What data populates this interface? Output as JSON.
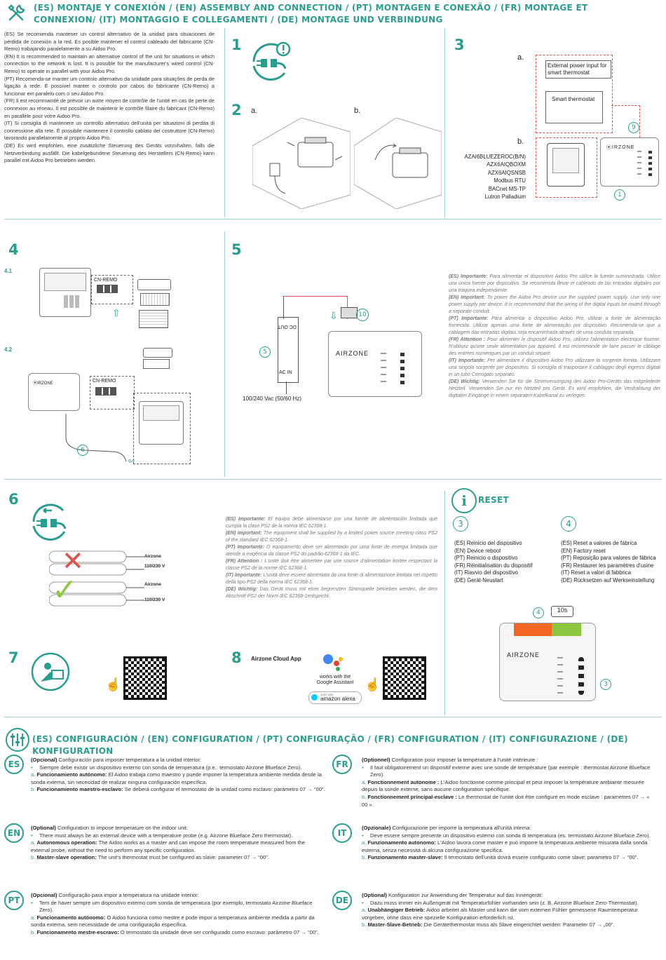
{
  "header": {
    "title": "(ES) MONTAJE Y CONEXIÓN / (EN) ASSEMBLY AND CONNECTION / (PT) MONTAGEN E CONEXÃO / (FR) MONTAGE ET CONNEXION/ (IT) MONTAGGIO E COLLEGAMENTI / (DE) MONTAGE UND VERBINDUNG"
  },
  "intro": {
    "es": "(ES) Se recomienda mantener un control alternativo de la unidad para situaciones de pérdida de conexión a la red. Es posible mantener el control cableado del fabricante (CN-Remo) trabajando paralelamente a su Aidoo Pro.",
    "en": "(EN) It is recommended to maintain an alternative control of the unit for situations in which connection to the network is lost. It is possible for the manufacturer's wired control (CN-Remo) to operate in parallel with your Aidoo Pro.",
    "pt": "(PT) Recomenda-se manter um controlo alternativo da unidade para situações de perda de ligação à rede. É possível manter o controlo por cabos do fabricante (CN-Remo) a funcionar em paralelo com o seu Aidoo Pro.",
    "fr": "(FR) Il est recommandé de prévoir un autre moyen de contrôle de l'unité en cas de perte de connexion au réseau. Il est possible de maintenir le contrôle filaire du fabricant (CN-Remo) en parallèle pour votre Aidoo Pro.",
    "it": "(IT) Si consiglia di mantenere un controllo alternativo dell'unità per situazioni di perdita di connessione alla rete. È possibile mantenere il controllo cablato del costruttore (CN-Remo) lavorando parallelamente al proprio Aidoo Pro.",
    "de": "(DE) Es wird empfohlen, eine zusätzliche Steuerung des Geräts vorzuhalten, falls die Netzverbindung ausfällt. Die kabelgebundene Steuerung des Herstellers (CN-Remo) kann parallel mit Aidoo Pro betrieben werden."
  },
  "steps": {
    "s1": "1",
    "s2": "2",
    "s3": "3",
    "s4": "4",
    "s5": "5",
    "s6": "6",
    "s7": "7",
    "s8": "8",
    "s2a": "a.",
    "s2b": "b.",
    "s3a": "a.",
    "s3b": "b.",
    "s41": "4.1",
    "s42": "4.2"
  },
  "step3": {
    "ext_power": "External power input for smart thermostat",
    "smart": "Smart thermostat",
    "models": [
      "AZAI6BLUEZEROC(B/N)",
      "AZX6AIQBOXM",
      "AZX6AIQSNSB",
      "Modbus RTU",
      "BACnet MS-TP",
      "Lutron Palladium"
    ],
    "badge9": "9",
    "badge1": "1"
  },
  "step4": {
    "cnremo": "CN-REMO",
    "cnremo2": "CN-REMO",
    "badge6": "6"
  },
  "step5": {
    "dcout": "DC OUT",
    "acin": "AC IN",
    "voltage": "100/240 Vac (50/60 Hz)",
    "badge5": "5",
    "badge10": "10",
    "brand": "AIRZONE",
    "notes": {
      "es_label": "(ES) Importante:",
      "es": "Para alimentar el dispositivo Aidoo Pro utilice la fuente suministrada. Utilice una única fuente por dispositivo. Se recomienda llevar el cableado de las entradas digitales por una tráquea independiente.",
      "en_label": "(EN) Important:",
      "en": "To power the Aidoo Pro device use the supplied power supply. Use only one power supply per device. It is recommended that the wiring of the digital inputs be routed through a separate conduit.",
      "pt_label": "(PT) Importante:",
      "pt": "Para alimentar o dispositivo Aidoo Pro, utilizar a fonte de alimentação fornecida. Utilizar apenas uma fonte de alimentação por dispositivo. Recomenda-se que a cablagem das entradas digitais seja encaminhada através de uma conduta separada.",
      "fr_label": "(FR) Attention :",
      "fr": "Pour alimenter le dispositif Aidoo Pro, utilisez l'alimentation électrique fournie. N'utilisez qu'une seule alimentation par appareil. Il est recommandé de faire passer le câblage des entrées numériques par un conduit séparé.",
      "it_label": "(IT) Importante:",
      "it": "Per alimentare il dispositivo Aidoo Pro utilizzare la sorgente fornita. Utilizzare una singola sorgente per dispositivo. Si consiglia di trasportare il cablaggio degli ingressi digitali in un tubo Corrugato separato.",
      "de_label": "(DE) Wichtig:",
      "de": "Verwenden Sie für die Stromversorgung des Aidoo Pro-Geräts das mitgelieferte Netzteil. Verwenden Sie nur ein Netzteil pro Gerät. Es wird empfohlen, die Verdrahtung der digitalen Eingänge in einem separaten Kabelkanal zu verlegen."
    }
  },
  "step6": {
    "airzone1": "Airzone",
    "v1": "110/230 V",
    "airzone2": "Airzone",
    "v2": "110/230 V",
    "notes": {
      "es_label": "(ES) Importante:",
      "es": "El equipo debe alimentarse por una fuente de alimentación limitada que cumpla la clase PS2 de la norma IEC 62368-1.",
      "en_label": "(EN) Important:",
      "en": "The equipment shall be supplied by a limited power source meeting class PS2 of the standard IEC 62368-1.",
      "pt_label": "(PT) Importante:",
      "pt": "O equipamento deve ser alimentado por uma fonte de energia limitada que atende a exigência da classe PS2 do padrão 62368-1 da IEC.",
      "fr_label": "(FR) Attention :",
      "fr": "L'unité doit être alimentée par une source d'alimentation limitée respectant la classe PS2 de la norme IEC 62368-1.",
      "it_label": "(IT) Importante:",
      "it": "L'unità deve essere alimentata da una fonte di alimentazione limitata nel rispetto della tipo PS2 della norma IEC 62368-1.",
      "de_label": "(DE) Wichtig:",
      "de": "Das Gerät muss mit einer begrenzten Stromquelle betrieben werden, die dem Abschnitt PS2 der Norm IEC 62368-1entspricht."
    }
  },
  "reset": {
    "title": "RESET",
    "badge3": "3",
    "badge4": "4",
    "col3": [
      "(ES) Reinicio del dispositivo",
      "(EN) Device reboot",
      "(PT) Reinicio o dispositivo",
      "(FR) Réinitialisation du dispositif",
      "(IT) Riavvio del dispositivo",
      "(DE) Gerät-Neustart"
    ],
    "col4": [
      "(ES) Reset a valores de fábrica",
      "(EN) Factory reset",
      "(PT) Reposição para valores de fábrica",
      "(FR) Restaurer les paramètres d'usine",
      "(IT) Reset a valori di fabbrica",
      "(DE) Rücksetzen auf Werkseinstellung"
    ],
    "time": "10s",
    "b4": "4",
    "b3": "3",
    "brand": "AIRZONE"
  },
  "step8": {
    "app": "Airzone Cloud App",
    "google1": "works with the",
    "google2": "Google Assistant",
    "alexa1": "JUST ASK",
    "alexa2": "amazon alexa"
  },
  "config": {
    "title": "(ES) CONFIGURACIÓN / (EN) CONFIGURATION / (PT) CONFIGURAÇÃO / (FR) CONFIGURATION / (IT) CONFIGURAZIONE / (DE) KONFIGURATION",
    "es": {
      "code": "ES",
      "head_b": "(Opcional)",
      "head": " Configuración para imponer temperatura a la unidad interior:",
      "bullet": "Siempre debe existir un dispositivo externo con sonda de temperatura (p.e.: termostato Airzone Blueface Zero).",
      "a_label": "Funcionamiento autónomo:",
      "a": " El Aidoo trabaja como maestro y puede imponer la temperatura ambiente medida desde la sonda externa, sin necesidad de realizar ninguna configuración específica.",
      "b_label": "Funcionamiento maestro-esclavo:",
      "b": " Se deberá configurar el termostato de la unidad como esclavo: parámetro 07 → “00”."
    },
    "fr": {
      "code": "FR",
      "head_b": "(Optionnel)",
      "head": " Configuration pour imposer la température à l'unité intérieure :",
      "bullet": "Il faut obligatoirement un dispositif externe avec une sonde de température (par exemple : thermostat Airzone Blueface Zero).",
      "a_label": "Fonctionnement autonome :",
      "a": " L'Aidoo fonctionne comme principal et peut imposer la température ambiante mesurée depuis la sonde externe, sans aucune configuration spécifique.",
      "b_label": "Fonctionnement principal-esclave :",
      "b": " Le thermostat de l'unité doit être configuré en mode esclave : paramètres 07 → « 00 »."
    },
    "en": {
      "code": "EN",
      "head_b": "(Optional)",
      "head": " Configuration to impose temperature on the indoor unit:",
      "bullet": "There must always be an external device with a temperature probe (e.g. Airzone Blueface Zero thermostat).",
      "a_label": "Autonomous operation:",
      "a": " The Aidoo works as a master and can impose the room temperature measured from the external probe, without the need to perform any specific configuration.",
      "b_label": "Master-slave operation:",
      "b": " The unit's thermostat must be configured as slave: parameter 07 → “00”."
    },
    "it": {
      "code": "IT",
      "head_b": "(Opzionale)",
      "head": " Configurazione per imporre la temperatura all'unità interna:",
      "bullet": "Deve essere sempre presente un dispositivo esterno con sonda di temperatura (es. termostato Airzone Blueface Zero).",
      "a_label": "Funzionamento autonomo:",
      "a": " L'Aidoo lavora come master e può imporre la temperatura ambiente misurata dalla sonda esterna, senza necessità di alcuna configurazione specifica.",
      "b_label": "Funzionamento master-slave:",
      "b": " Il termostato dell'unità dovrà essere configurato come slave: parametro 07 → “00”."
    },
    "pt": {
      "code": "PT",
      "head_b": "(Opcional)",
      "head": " Configuração para impor a temperatura na unidade interior:",
      "bullet": "Tem de haver sempre um dispositivo externo com sonda de temperatura (por exemplo, termostato Airzone Blueface Zero).",
      "a_label": "Funcionamento autónomo:",
      "a": " O Aidoo funciona como mestre e pode impor a temperatura ambiente medida a partir da sonda externa, sem necessidade de uma configuração específica.",
      "b_label": "Funcionamento mestre-escravo:",
      "b": " O termostato da unidade deve ser configurado como escravo: parâmetro 07 → “00”."
    },
    "de": {
      "code": "DE",
      "head_b": "(Optional)",
      "head": " Konfiguration zur Anwendung der Temperatur auf das Innengerät:",
      "bullet": "Dazu muss immer ein Außengerät mit Temperaturfühler vorhanden sein (z. B. Airzone Blueface Zero-Thermostat).",
      "a_label": "Unabhängiger Betrieb:",
      "a": " Aidoo arbeitet als Master und kann die vom externen Fühler gemessene Raumtemperatur vorgeben, ohne dass eine spezielle Konfiguration erforderlich ist.",
      "b_label": "Master-Slave-Betrieb:",
      "b": " Die Gerätethermostat muss als Slave eingerichtet werden: Parameter 07 → „00“."
    }
  },
  "icons": {
    "tools": "wrench-screwdriver-icon",
    "unplug": "unplug-warning-icon",
    "info": "info-icon",
    "settings": "sliders-icon",
    "book": "reading-manual-icon",
    "qr": "qr-code-icon",
    "hand": "tap-hand-icon"
  },
  "colors": {
    "accent": "#2a9d8f",
    "warning": "#d9534f",
    "green": "#8dc63f",
    "orange": "#f26522"
  }
}
